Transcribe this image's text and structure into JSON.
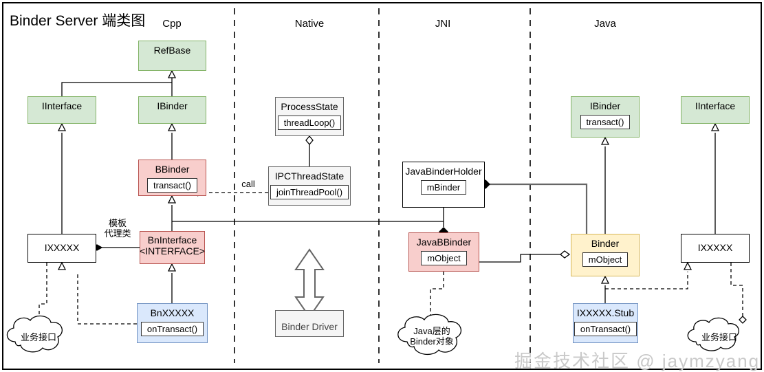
{
  "diagram": {
    "title": "Binder Server 端类图",
    "watermark": "掘金技术社区 @ jaymzyang",
    "columns": [
      {
        "label": "Cpp"
      },
      {
        "label": "Native"
      },
      {
        "label": "JNI"
      },
      {
        "label": "Java"
      }
    ],
    "colors": {
      "green_fill": "#d5e8d4",
      "green_stroke": "#82b366",
      "pink_fill": "#f8cecc",
      "pink_stroke": "#b85450",
      "blue_fill": "#dae8fc",
      "blue_stroke": "#6c8ebf",
      "yellow_fill": "#fff2cc",
      "yellow_stroke": "#d6b656",
      "grey_fill": "#f5f5f5",
      "grey_stroke": "#666666",
      "plain_fill": "#ffffff",
      "plain_stroke": "#000000",
      "watermark": "#c9c9c9"
    },
    "nodes": [
      {
        "id": "refbase",
        "name": "RefBase",
        "member": null
      },
      {
        "id": "iinterface_cpp",
        "name": "IInterface",
        "member": null
      },
      {
        "id": "ibinder_cpp",
        "name": "IBinder",
        "member": null
      },
      {
        "id": "bbinder",
        "name": "BBinder",
        "member": "transact()"
      },
      {
        "id": "ixxxxx_cpp",
        "name": "IXXXXX",
        "member": null
      },
      {
        "id": "bninterface",
        "name": "BnInterface\n<INTERFACE>",
        "member": null
      },
      {
        "id": "bnxxxxx",
        "name": "BnXXXXX",
        "member": "onTransact()"
      },
      {
        "id": "processstate",
        "name": "ProcessState",
        "member": "threadLoop()"
      },
      {
        "id": "ipcthreadstate",
        "name": "IPCThreadState",
        "member": "joinThreadPool()"
      },
      {
        "id": "binderdriver",
        "name": "Binder Driver",
        "member": null
      },
      {
        "id": "javabinderholder",
        "name": "JavaBinderHolder",
        "member": "mBinder"
      },
      {
        "id": "javabbinder",
        "name": "JavaBBinder",
        "member": "mObject"
      },
      {
        "id": "ibinder_java",
        "name": "IBinder",
        "member": "transact()"
      },
      {
        "id": "iinterface_java",
        "name": "IInterface",
        "member": null
      },
      {
        "id": "binder_java",
        "name": "Binder",
        "member": "mObject"
      },
      {
        "id": "ixxxxx_stub",
        "name": "IXXXXX.Stub",
        "member": "onTransact()"
      },
      {
        "id": "ixxxxx_java",
        "name": "IXXXXX",
        "member": null
      }
    ],
    "clouds": [
      {
        "id": "cloud_cpp",
        "text": "业务接口"
      },
      {
        "id": "cloud_jni",
        "text": "Java层的\nBinder对象"
      },
      {
        "id": "cloud_java",
        "text": "业务接口"
      }
    ],
    "edge_labels": [
      {
        "id": "call_label",
        "text": "call"
      },
      {
        "id": "proxy_label",
        "text": "模板\n代理类"
      }
    ]
  }
}
